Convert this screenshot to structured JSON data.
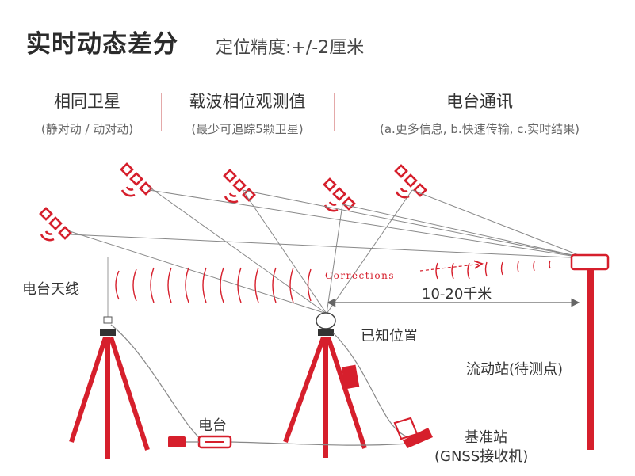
{
  "header": {
    "title": "实时动态差分",
    "subtitle": "定位精度:+/-2厘米"
  },
  "columns": [
    {
      "heading": "相同卫星",
      "sub": "(静对动 / 动对动)"
    },
    {
      "heading": "载波相位观测值",
      "sub": "(最少可追踪5颗卫星)"
    },
    {
      "heading": "电台通讯",
      "sub": "(a.更多信息, b.快速传输, c.实时结果)"
    }
  ],
  "labels": {
    "radio_antenna": "电台天线",
    "corrections": "Corrections",
    "distance": "10-20千米",
    "known_position": "已知位置",
    "rover": "流动站(待测点)",
    "radio": "电台",
    "base_station": "基准站",
    "base_receiver": "(GNSS接收机)"
  },
  "colors": {
    "accent": "#d61f2c",
    "line": "#888888",
    "text": "#333333"
  },
  "icons": [
    "satellite-icon",
    "tripod-icon",
    "radio-icon",
    "receiver-icon",
    "rover-pole-icon"
  ]
}
